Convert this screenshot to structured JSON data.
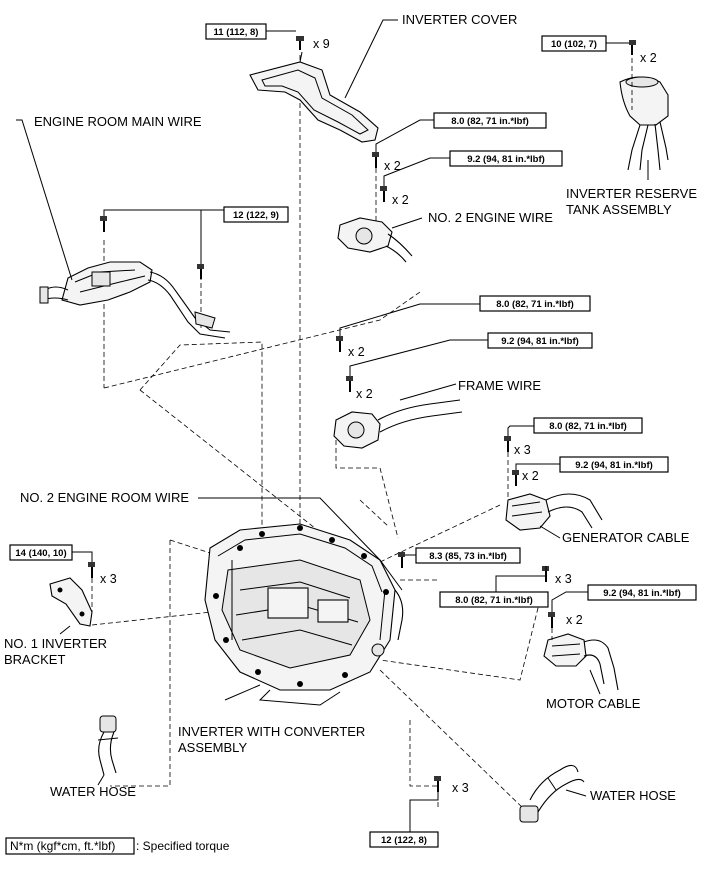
{
  "labels": {
    "inverter_cover": "INVERTER COVER",
    "engine_room_main_wire": "ENGINE ROOM MAIN WIRE",
    "no2_engine_wire": "NO. 2 ENGINE WIRE",
    "inverter_reserve_tank": [
      "INVERTER RESERVE",
      "TANK ASSEMBLY"
    ],
    "frame_wire": "FRAME WIRE",
    "no2_engine_room_wire": "NO. 2 ENGINE ROOM WIRE",
    "generator_cable": "GENERATOR CABLE",
    "no1_inverter_bracket": [
      "NO. 1 INVERTER",
      "BRACKET"
    ],
    "motor_cable": "MOTOR CABLE",
    "inverter_with_converter": [
      "INVERTER WITH CONVERTER",
      "ASSEMBLY"
    ],
    "water_hose_left": "WATER HOSE",
    "water_hose_right": "WATER HOSE"
  },
  "torques": {
    "cover": "11 (112, 8)",
    "tank": "10 (102, 7)",
    "engine_wire_a": "8.0 (82, 71 in.*lbf)",
    "engine_wire_b": "9.2 (94, 81 in.*lbf)",
    "main_wire": "12 (122, 9)",
    "frame_wire_a": "8.0 (82, 71 in.*lbf)",
    "frame_wire_b": "9.2 (94, 81 in.*lbf)",
    "gen_cable_a": "8.0 (82, 71 in.*lbf)",
    "gen_cable_b": "9.2 (94, 81 in.*lbf)",
    "bracket": "14 (140, 10)",
    "inverter_bolt": "8.3 (85, 73 in.*lbf)",
    "motor_cable_a": "8.0 (82, 71 in.*lbf)",
    "motor_cable_b": "9.2 (94, 81 in.*lbf)",
    "bottom": "12 (122, 8)"
  },
  "quantities": {
    "cover": "x 9",
    "tank": "x 2",
    "engine_wire_a": "x 2",
    "engine_wire_b": "x 2",
    "frame_wire_a": "x 2",
    "frame_wire_b": "x 2",
    "gen_cable_a": "x 3",
    "gen_cable_b": "x 2",
    "bracket": "x 3",
    "motor_cable_a": "x 3",
    "motor_cable_b": "x 2",
    "bottom": "x 3"
  },
  "legend": {
    "box_text": "N*m (kgf*cm, ft.*lbf)",
    "description": ": Specified torque"
  }
}
